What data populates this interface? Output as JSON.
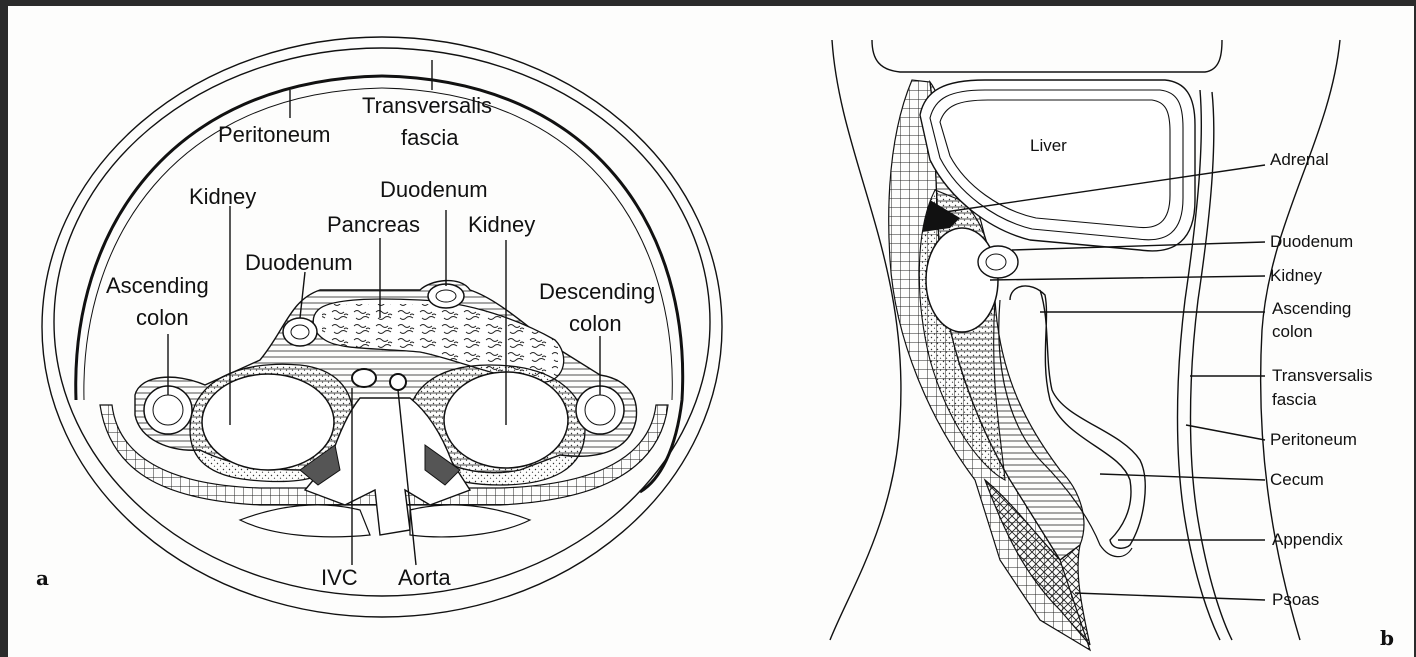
{
  "figure_a": {
    "panel_letter": "a",
    "labels": {
      "peritoneum": "Peritoneum",
      "transversalis_1": "Transversalis",
      "transversalis_2": "fascia",
      "kidney_left": "Kidney",
      "duodenum_top": "Duodenum",
      "pancreas": "Pancreas",
      "kidney_right": "Kidney",
      "duodenum_left": "Duodenum",
      "ascending_1": "Ascending",
      "ascending_2": "colon",
      "descending_1": "Descending",
      "descending_2": "colon",
      "ivc": "IVC",
      "aorta": "Aorta"
    }
  },
  "figure_b": {
    "panel_letter": "b",
    "labels": {
      "liver": "Liver",
      "adrenal": "Adrenal",
      "duodenum": "Duodenum",
      "kidney": "Kidney",
      "ascending_1": "Ascending",
      "ascending_2": "colon",
      "transversalis_1": "Transversalis",
      "transversalis_2": "fascia",
      "peritoneum": "Peritoneum",
      "cecum": "Cecum",
      "appendix": "Appendix",
      "psoas": "Psoas"
    }
  }
}
